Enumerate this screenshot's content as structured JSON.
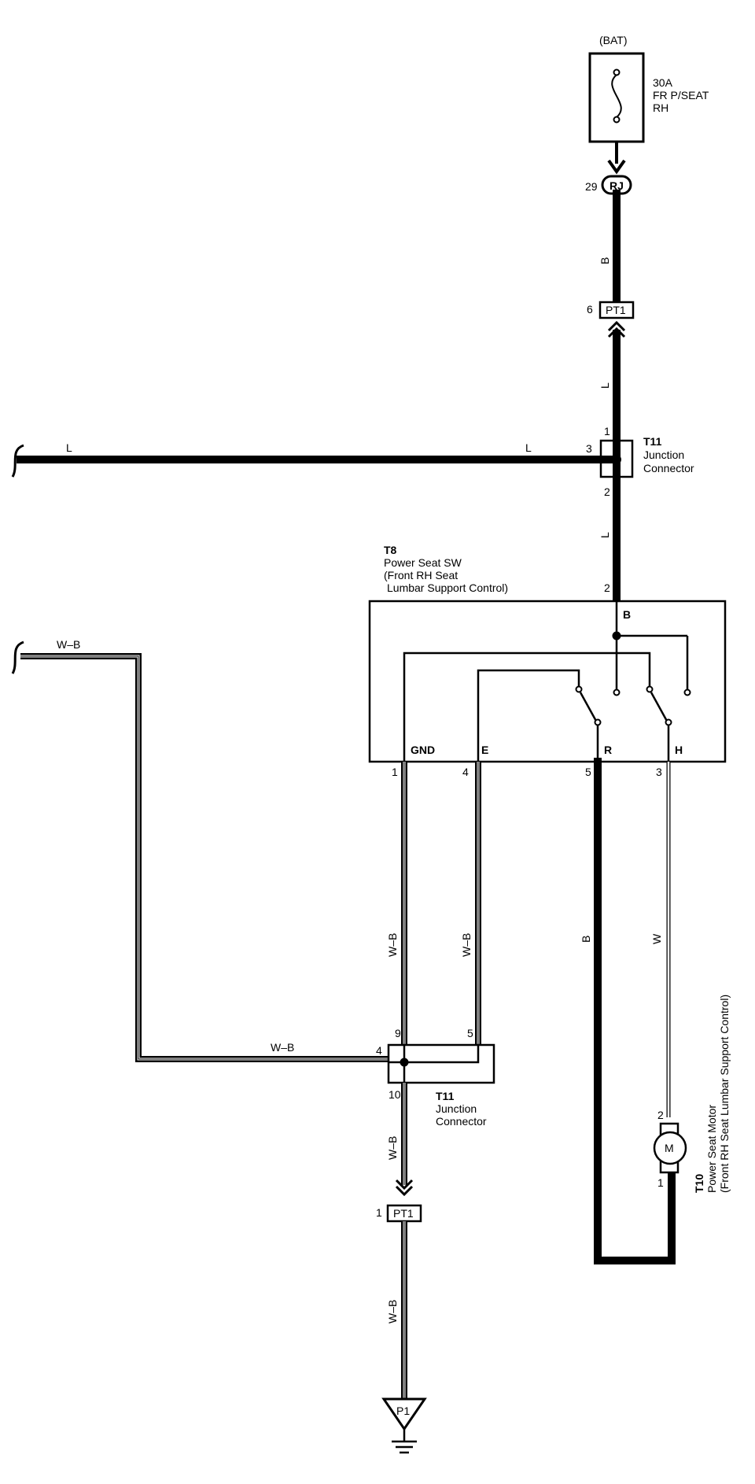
{
  "battery": {
    "label": "(BAT)"
  },
  "fuse": {
    "rating": "30A",
    "name_line1": "FR P/SEAT",
    "name_line2": "RH"
  },
  "connectors": {
    "rj": {
      "pin": "29",
      "code": "RJ"
    },
    "pt1_top": {
      "pin": "6",
      "code": "PT1"
    },
    "pt1_bottom": {
      "pin": "1",
      "code": "PT1"
    },
    "t11_top": {
      "id": "T11",
      "line1": "Junction",
      "line2": "Connector",
      "pin1": "1",
      "pin2": "2",
      "pin3": "3"
    },
    "t11_bottom": {
      "id": "T11",
      "line1": "Junction",
      "line2": "Connector",
      "pin4": "4",
      "pin5": "5",
      "pin9": "9",
      "pin10": "10"
    }
  },
  "switch": {
    "id": "T8",
    "line1": "Power Seat SW",
    "line2": "(Front RH Seat",
    "line3": "Lumbar Support Control)",
    "pin_top": "2",
    "terminal_b": "B",
    "terminals": [
      "GND",
      "E",
      "R",
      "H"
    ],
    "pins": [
      "1",
      "4",
      "5",
      "3"
    ]
  },
  "motor": {
    "id": "T10",
    "line1": "Power Seat Motor",
    "line2": "(Front RH Seat Lumbar Support Control)",
    "symbol": "M",
    "pin_top": "2",
    "pin_bottom": "1"
  },
  "ground": {
    "code": "P1"
  },
  "wire_colors": {
    "b_top": "B",
    "l_upper": "L",
    "l_left_far": "L",
    "l_left_near": "L",
    "l_lower": "L",
    "wb_left": "W–B",
    "wb_gnd": "W–B",
    "wb_e": "W–B",
    "wb_mid": "W–B",
    "wb_lower": "W–B",
    "wb_bottom": "W–B",
    "b_r": "B",
    "w_h": "W"
  }
}
